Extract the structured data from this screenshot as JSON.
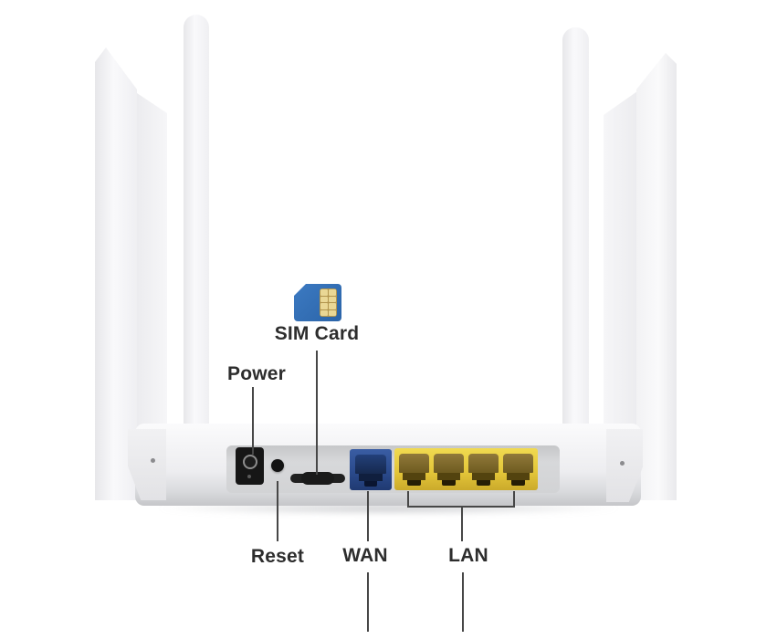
{
  "figure": {
    "type": "router-rear-panel-annotated-photo",
    "labels": {
      "sim": "SIM Card",
      "power": "Power",
      "reset": "Reset",
      "wan": "WAN",
      "lan": "LAN"
    },
    "ports": {
      "lan_count": 4,
      "antenna_count": 6
    },
    "colors": {
      "wan_port_bezel": "#2b4b8d",
      "lan_port_bezel": "#e2c438",
      "sim_icon_body": "#2f6cb4",
      "sim_icon_contacts": "#ead795",
      "power_jack": "#161616",
      "label_text": "#2d2d2d",
      "callout_line": "#474747",
      "router_body": "#f2f2f4",
      "port_panel": "#d2d3d5",
      "background": "#ffffff"
    }
  }
}
